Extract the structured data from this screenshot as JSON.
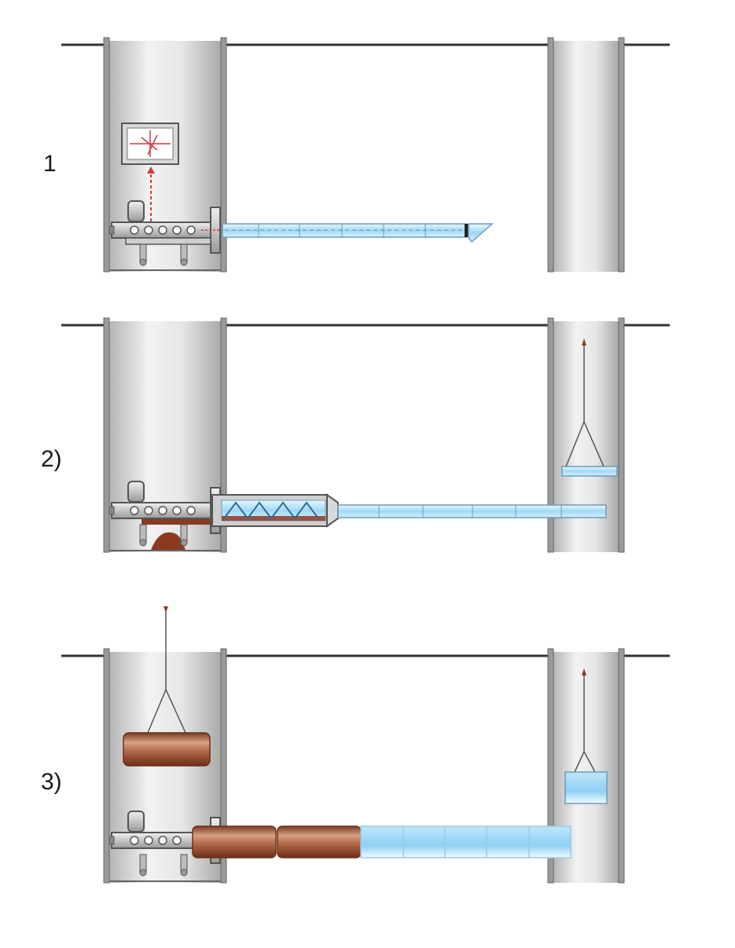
{
  "steps": [
    {
      "label": "1"
    },
    {
      "label": "2)"
    },
    {
      "label": "3)"
    }
  ],
  "colors": {
    "ground": "#333333",
    "shaft_wall": "#9a9a9a",
    "pilot_pipe": "#a8ddf5",
    "pilot_pipe_edge": "#6a9bb8",
    "guidance_line": "#d23b3b",
    "soil": "#8b3a22",
    "product_pipe": "#b07050",
    "machine_frame": "#c8c8c8"
  }
}
